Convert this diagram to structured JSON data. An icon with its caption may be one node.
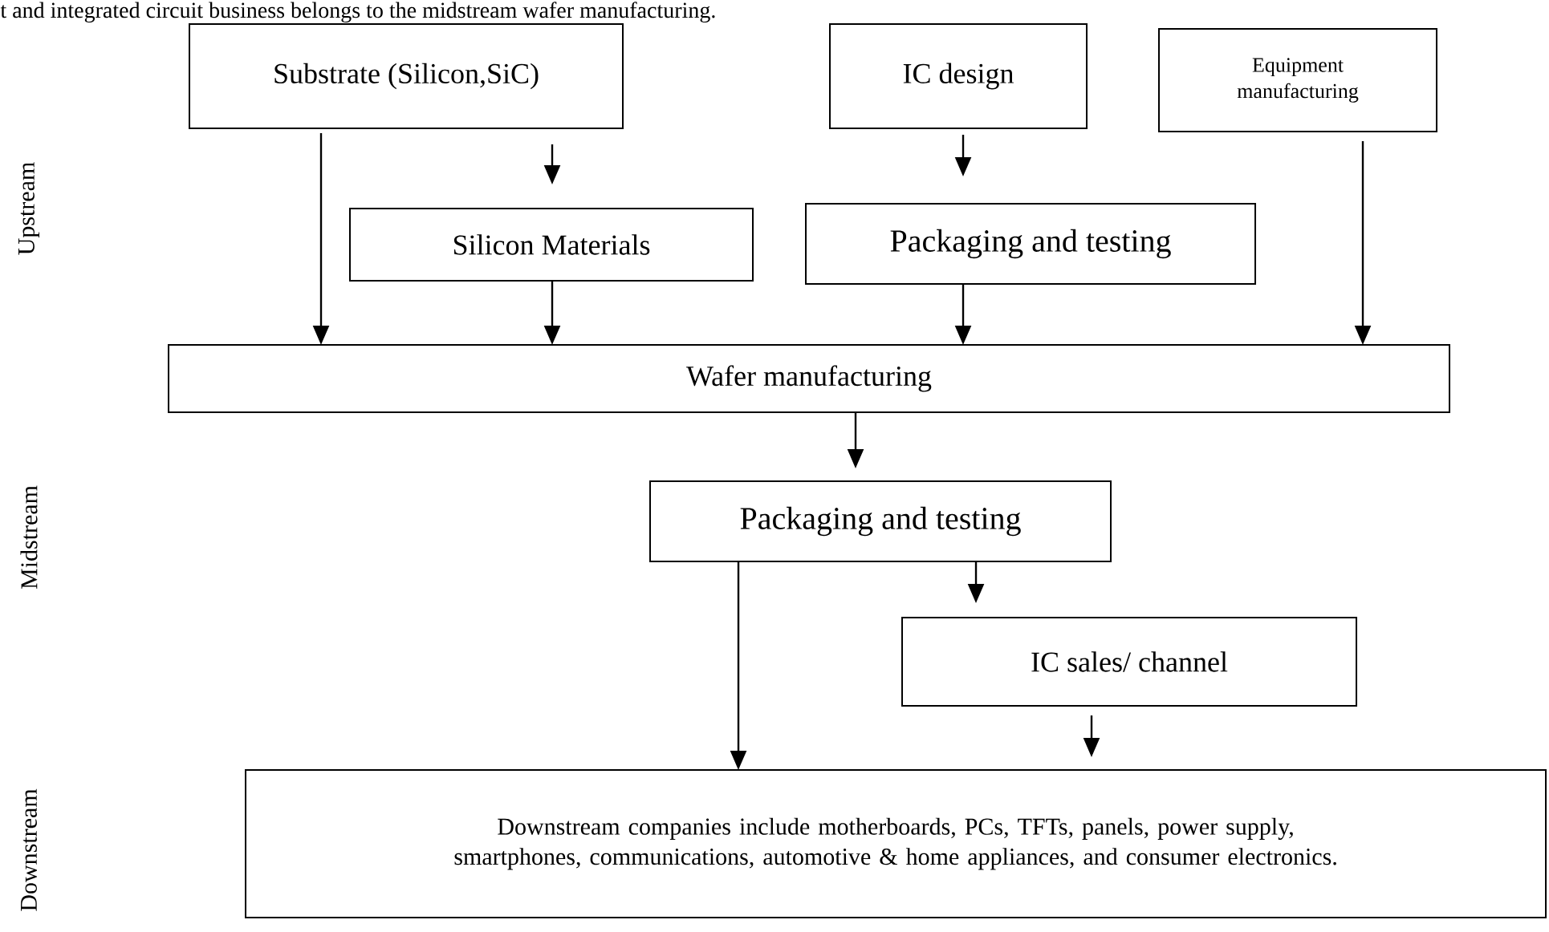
{
  "diagram": {
    "nodes": [
      {
        "text": [
          "Substrate (Silicon,SiC)"
        ]
      },
      {
        "text": [
          "IC design"
        ]
      },
      {
        "text": [
          "Equipment manufacturing"
        ]
      },
      {
        "text": [
          "Silicon Materials"
        ]
      },
      {
        "text": [
          "Packaging and testing"
        ]
      },
      {
        "text": [
          "Wafer manufacturing"
        ]
      },
      {
        "text": [
          "Packaging and testing"
        ]
      },
      {
        "text": [
          "IC sales/ channel"
        ]
      },
      {
        "text": [
          "Downstream companies include motherboards, PCs, TFTs, panels, power supply, smartphones, communications, automotive & home appliances, and consumer electronics."
        ]
      }
    ],
    "edges": [
      {
        "from": 0,
        "to": 3,
        "arrow": "to"
      },
      {
        "from": 0,
        "to": 5,
        "arrow": "to"
      },
      {
        "from": 3,
        "to": 5,
        "arrow": "to"
      },
      {
        "from": 1,
        "to": 4,
        "arrow": "to"
      },
      {
        "from": 4,
        "to": 5,
        "arrow": "to"
      },
      {
        "from": 2,
        "to": 5,
        "arrow": "to"
      },
      {
        "from": 5,
        "to": 6,
        "arrow": "to"
      },
      {
        "from": 6,
        "to": 8,
        "arrow": "to"
      },
      {
        "from": 6,
        "to": 7,
        "arrow": "to"
      },
      {
        "from": 7,
        "to": 8,
        "arrow": "to"
      }
    ],
    "labels": [
      "t and integrated circuit business belongs to the midstream wafer manufacturing.",
      "Upstream",
      "Midstream",
      "Downstream"
    ]
  }
}
